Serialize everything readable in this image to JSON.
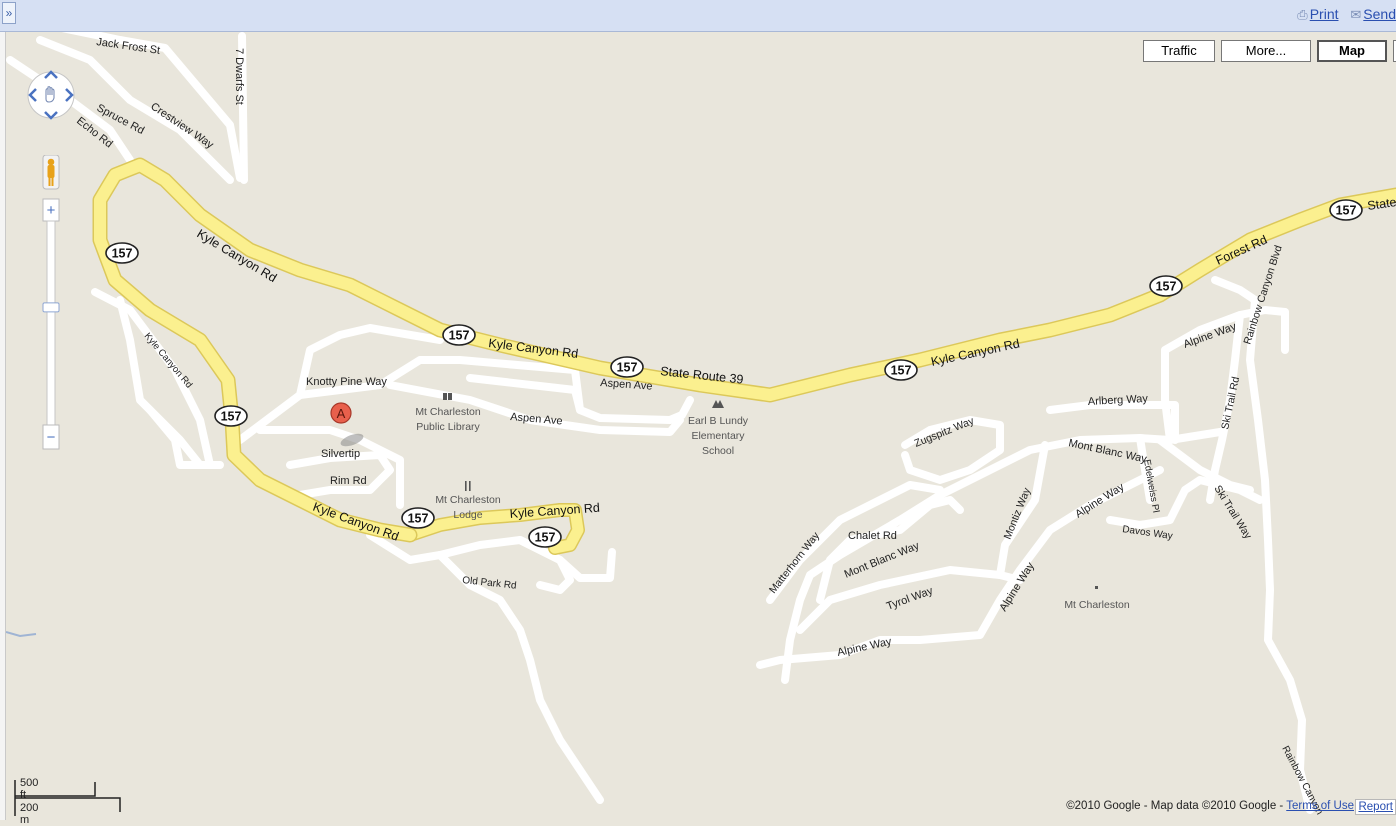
{
  "toolbar": {
    "expand_label": "»",
    "print_label": "Print",
    "send_label": "Send"
  },
  "map_types": {
    "traffic": "Traffic",
    "more": "More...",
    "map": "Map",
    "active": "map"
  },
  "controls": {
    "zoom_in": "+",
    "zoom_out": "−",
    "zoom_level": 0.42
  },
  "scale": {
    "imperial": "500 ft",
    "metric": "200 m"
  },
  "footer": {
    "copyright": "©2010 Google - Map data ©2010 Google -",
    "terms": "Terms of Use",
    "report": "Report"
  },
  "marker": {
    "label": "A"
  },
  "highway": {
    "shield": "157",
    "kyle1": "Kyle Canyon Rd",
    "kyle2": "Kyle Canyon Rd",
    "kyle3": "Kyle Canyon Rd",
    "kyle4": "Kyle Canyon Rd",
    "kyle5": "Kyle Canyon Rd",
    "sr39": "State Route 39",
    "forest": "Forest Rd",
    "state": "State"
  },
  "streets": {
    "jack_frost": "Jack Frost St",
    "dwarfs": "7 Dwarfs St",
    "spruce": "Spruce Rd",
    "crestview": "Crestview Way",
    "echo": "Echo Rd",
    "kyle_small": "Kyle Canyon Rd",
    "knotty": "Knotty Pine Way",
    "aspen1": "Aspen Ave",
    "aspen2": "Aspen Ave",
    "silvertip": "Silvertip",
    "rim": "Rim Rd",
    "old_park": "Old Park Rd",
    "rainbow": "Rainbow Canyon Blvd",
    "rainbow2": "Rainbow Canyon",
    "alpine1": "Alpine Way",
    "alpine2": "Alpine Way",
    "alpine3": "Alpine Way",
    "alpine4": "Alpine Way",
    "arlberg": "Arlberg Way",
    "zugspitz": "Zugspitz Way",
    "mont_blanc1": "Mont Blanc Way",
    "mont_blanc2": "Mont Blanc Way",
    "edelweiss": "Edelweiss Pl",
    "ski1": "Ski Trail Rd",
    "ski2": "Ski Trail Way",
    "montiz": "Montiz Way",
    "davos": "Davos Way",
    "chalet": "Chalet Rd",
    "matterhorn": "Matterhorn Way",
    "tyrol": "Tyrol Way"
  },
  "pois": {
    "library1": "Mt Charleston",
    "library2": "Public Library",
    "school1": "Earl B Lundy",
    "school2": "Elementary",
    "school3": "School",
    "lodge1": "Mt Charleston",
    "lodge2": "Lodge",
    "place": "Mt Charleston"
  },
  "colors": {
    "land": "#e9e6dc",
    "road": "#ffffff",
    "highway": "#fbf08f",
    "highway_edge": "#dcc85a",
    "marker": "#e8604c"
  }
}
